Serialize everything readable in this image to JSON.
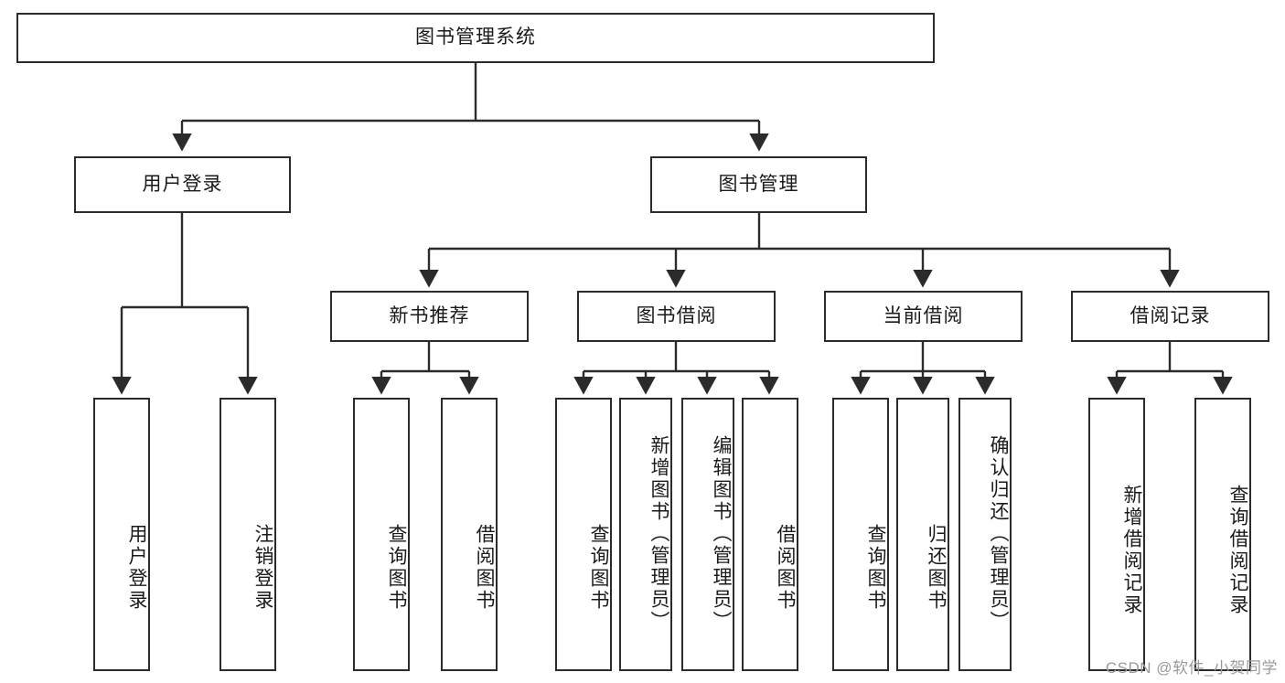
{
  "diagram": {
    "title": "图书管理系统",
    "type": "tree",
    "watermark": "CSDN @软件_小贺同学",
    "colors": {
      "border": "#2b2b2b",
      "background": "#ffffff",
      "text": "#1a1a1a",
      "watermark": "#9a9a9a"
    },
    "nodes": {
      "root": {
        "label": "图书管理系统",
        "level": 0
      },
      "level1": [
        {
          "id": "user-login",
          "label": "用户登录"
        },
        {
          "id": "book-manage",
          "label": "图书管理"
        }
      ],
      "level2": [
        {
          "id": "new-book-recommend",
          "label": "新书推荐",
          "parent": "book-manage"
        },
        {
          "id": "book-borrow",
          "label": "图书借阅",
          "parent": "book-manage"
        },
        {
          "id": "current-borrow",
          "label": "当前借阅",
          "parent": "book-manage"
        },
        {
          "id": "borrow-record",
          "label": "借阅记录",
          "parent": "book-manage"
        }
      ],
      "leaves": [
        {
          "id": "leaf-user-login",
          "label": "用户登录",
          "parent": "user-login"
        },
        {
          "id": "leaf-user-logout",
          "label": "注销登录",
          "parent": "user-login"
        },
        {
          "id": "leaf-query-book-1",
          "label": "查询图书",
          "parent": "new-book-recommend"
        },
        {
          "id": "leaf-borrow-book-1",
          "label": "借阅图书",
          "parent": "new-book-recommend"
        },
        {
          "id": "leaf-query-book-2",
          "label": "查询图书",
          "parent": "book-borrow"
        },
        {
          "id": "leaf-add-book",
          "label": "新增图书（管理员）",
          "parent": "book-borrow"
        },
        {
          "id": "leaf-edit-book",
          "label": "编辑图书（管理员）",
          "parent": "book-borrow"
        },
        {
          "id": "leaf-borrow-book-2",
          "label": "借阅图书",
          "parent": "book-borrow"
        },
        {
          "id": "leaf-query-book-3",
          "label": "查询图书",
          "parent": "current-borrow"
        },
        {
          "id": "leaf-return-book",
          "label": "归还图书",
          "parent": "current-borrow"
        },
        {
          "id": "leaf-confirm-return",
          "label": "确认归还（管理员）",
          "parent": "current-borrow"
        },
        {
          "id": "leaf-add-record",
          "label": "新增借阅记录",
          "parent": "borrow-record"
        },
        {
          "id": "leaf-query-record",
          "label": "查询借阅记录",
          "parent": "borrow-record"
        }
      ]
    }
  }
}
